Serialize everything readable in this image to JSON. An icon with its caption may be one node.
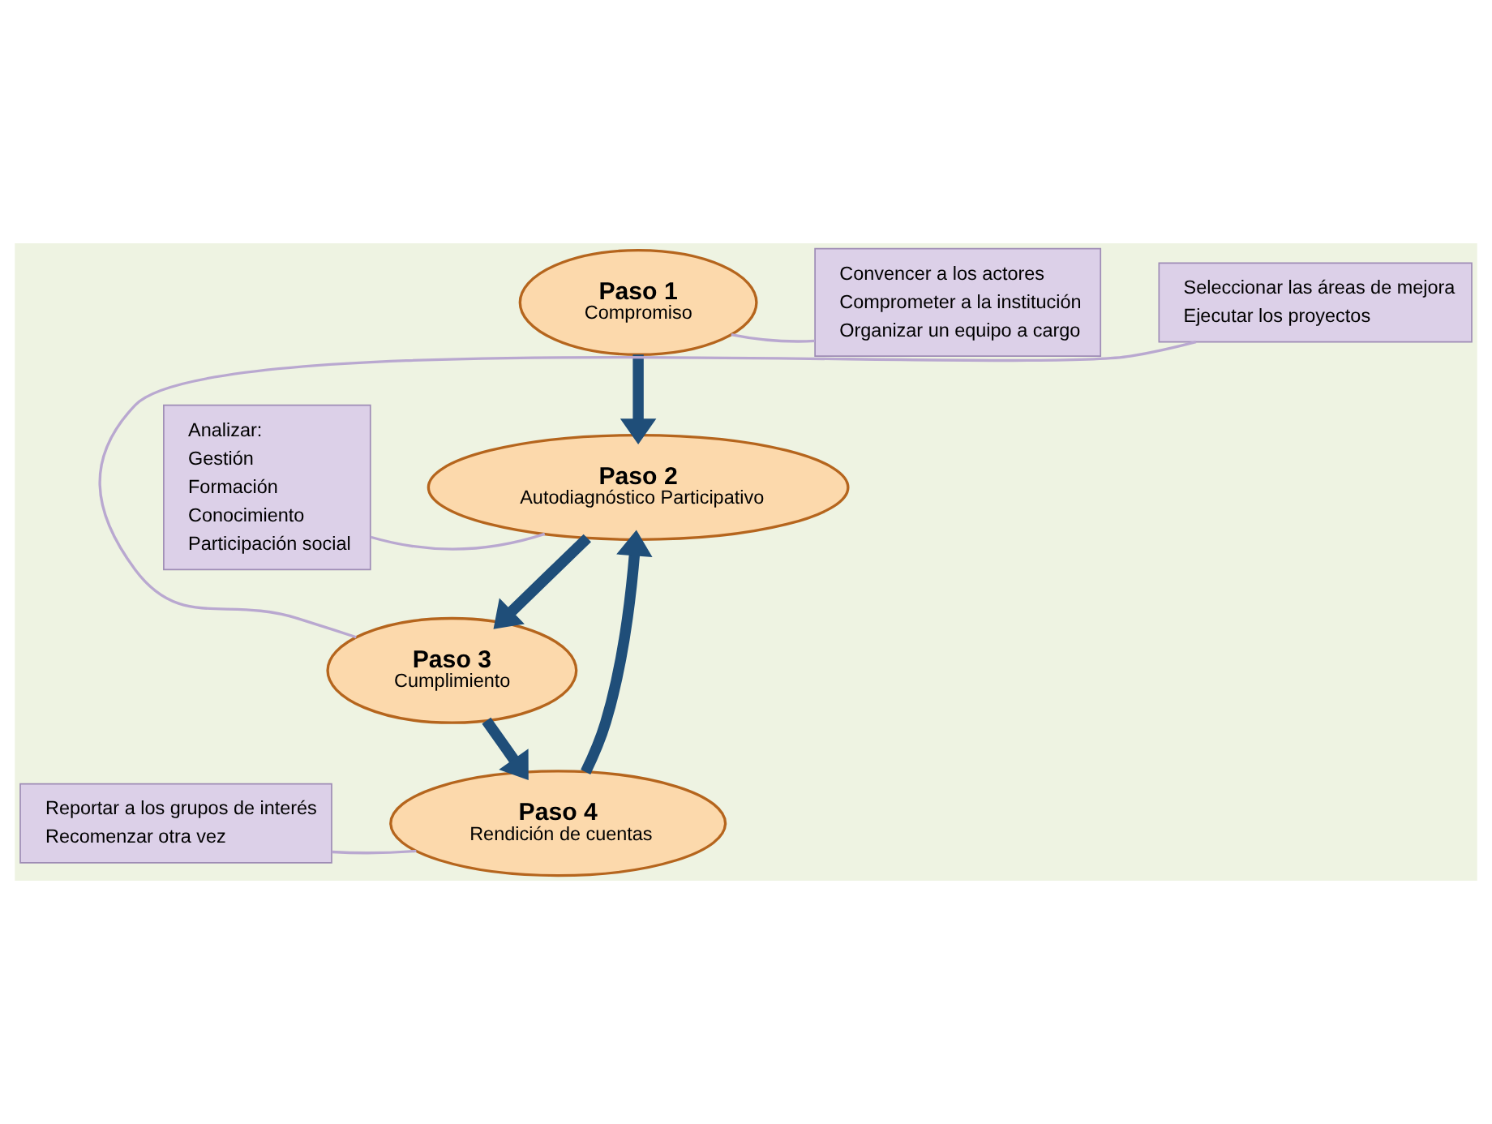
{
  "diagram": {
    "nodes": [
      {
        "text": [
          "Paso 1",
          "Compromiso"
        ]
      },
      {
        "text": [
          "Convencer a los actores",
          "Comprometer a la institución",
          "Organizar un equipo a cargo"
        ]
      },
      {
        "text": [
          "Paso 2",
          "Autodiagnóstico Participativo"
        ]
      },
      {
        "text": [
          "Seleccionar las áreas de mejora",
          "Ejecutar los proyectos"
        ]
      },
      {
        "text": [
          "Analizar:",
          "Gestión",
          "Formación",
          "Conocimiento",
          "Participación social"
        ]
      },
      {
        "text": [
          "Paso 3",
          "Cumplimiento"
        ]
      },
      {
        "text": [
          "Paso 4",
          "Rendición de cuentas"
        ]
      },
      {
        "text": [
          "Reportar a los grupos de interés",
          "Recomenzar otra vez"
        ]
      }
    ],
    "edges": [
      {
        "from": 0,
        "to": 2,
        "arrow": "to",
        "style": "thick",
        "color": "#1f4e79"
      },
      {
        "from": 2,
        "to": 5,
        "arrow": "to",
        "style": "thick",
        "color": "#1f4e79"
      },
      {
        "from": 5,
        "to": 6,
        "arrow": "to",
        "style": "thick",
        "color": "#1f4e79"
      },
      {
        "from": 6,
        "to": 2,
        "arrow": "to",
        "style": "thick",
        "color": "#1f4e79"
      },
      {
        "from": 1,
        "to": 0,
        "arrow": "none",
        "color": "#b9a8d0"
      },
      {
        "from": 3,
        "to": 5,
        "arrow": "none",
        "color": "#b9a8d0"
      },
      {
        "from": 4,
        "to": 2,
        "arrow": "none",
        "color": "#b9a8d0"
      },
      {
        "from": 7,
        "to": 6,
        "arrow": "none",
        "color": "#b9a8d0"
      }
    ]
  }
}
